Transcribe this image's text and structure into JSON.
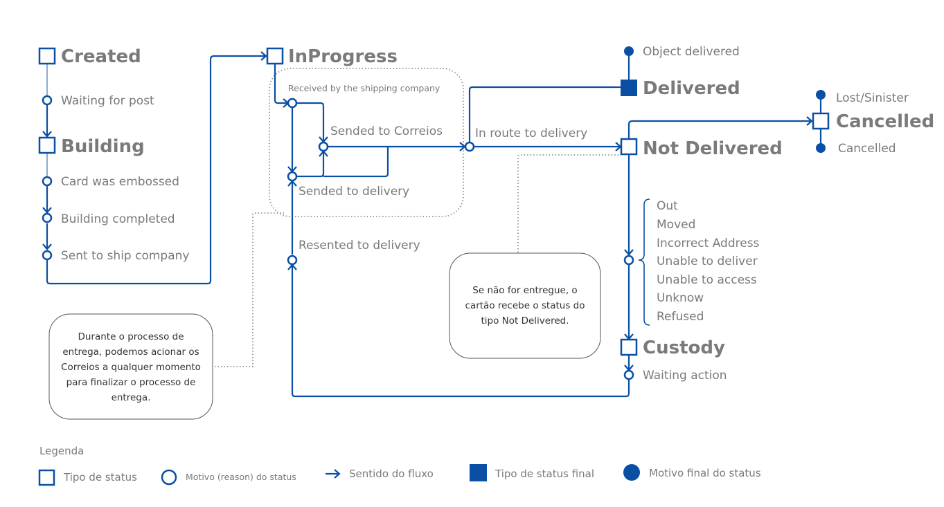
{
  "colors": {
    "primary": "#0a4fa3",
    "label": "#7a7a7a",
    "note_text": "#333333",
    "dotted": "#9a9a9a"
  },
  "statuses": {
    "created": "Created",
    "building": "Building",
    "in_progress": "InProgress",
    "delivered": "Delivered",
    "not_delivered": "Not Delivered",
    "cancelled": "Cancelled",
    "custody": "Custody"
  },
  "reasons": {
    "waiting_for_post": "Waiting for post",
    "card_was_embossed": "Card was embossed",
    "building_completed": "Building completed",
    "sent_to_ship_company": "Sent to ship company",
    "received_by_shipping": "Received by the shipping company",
    "sended_to_correios": "Sended to Correios",
    "sended_to_delivery": "Sended to delivery",
    "resented_to_delivery": "Resented to delivery",
    "in_route_to_delivery": "In route to delivery",
    "object_delivered": "Object delivered",
    "lost_sinister": "Lost/Sinister",
    "cancelled": "Cancelled",
    "waiting_action": "Waiting action",
    "not_delivered_list": [
      "Out",
      "Moved",
      "Incorrect Address",
      "Unable to deliver",
      "Unable to access",
      "Unknow",
      "Refused"
    ]
  },
  "notes": {
    "correios_note": [
      "Durante o processo de",
      "entrega, podemos acionar os",
      "Correios a qualquer momento",
      "para finalizar o processo de",
      "entrega."
    ],
    "not_delivered_note": [
      "Se não for entregue, o",
      "cartão recebe o status do",
      "tipo Not Delivered."
    ]
  },
  "legend": {
    "title": "Legenda",
    "items": [
      {
        "icon": "status-type-icon",
        "label": "Tipo de status"
      },
      {
        "icon": "reason-icon",
        "label": "Motivo (reason) do status"
      },
      {
        "icon": "flow-arrow-icon",
        "label": "Sentido do fluxo"
      },
      {
        "icon": "final-status-icon",
        "label": "Tipo de status final"
      },
      {
        "icon": "final-reason-icon",
        "label": "Motivo final do status"
      }
    ]
  }
}
